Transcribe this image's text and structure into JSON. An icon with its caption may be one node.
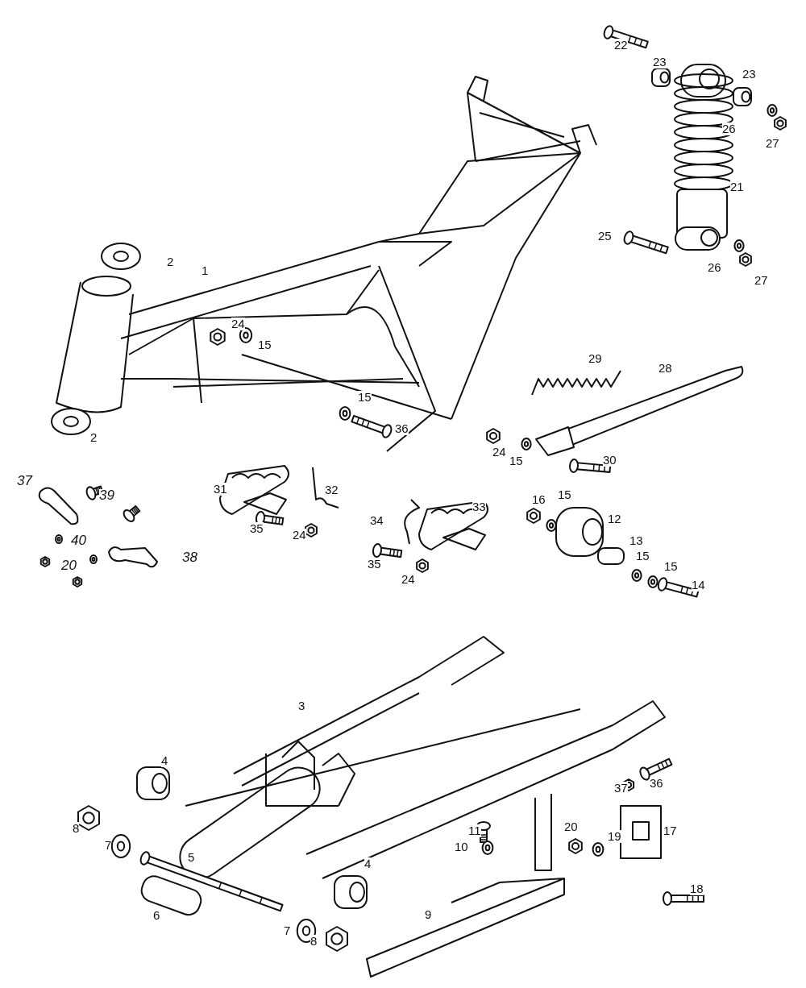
{
  "diagram": {
    "labels": [
      "22",
      "23",
      "23",
      "26",
      "27",
      "21",
      "25",
      "2",
      "1",
      "26",
      "27",
      "24",
      "15",
      "29",
      "28",
      "15",
      "36",
      "2",
      "24",
      "15",
      "30",
      "37",
      "39",
      "31",
      "32",
      "33",
      "16",
      "15",
      "12",
      "34",
      "40",
      "38",
      "24",
      "13",
      "35",
      "15",
      "15",
      "20",
      "35",
      "24",
      "14",
      "3",
      "4",
      "36",
      "37",
      "8",
      "11",
      "20",
      "17",
      "19",
      "7",
      "10",
      "5",
      "4",
      "18",
      "9",
      "6",
      "7",
      "8"
    ]
  }
}
